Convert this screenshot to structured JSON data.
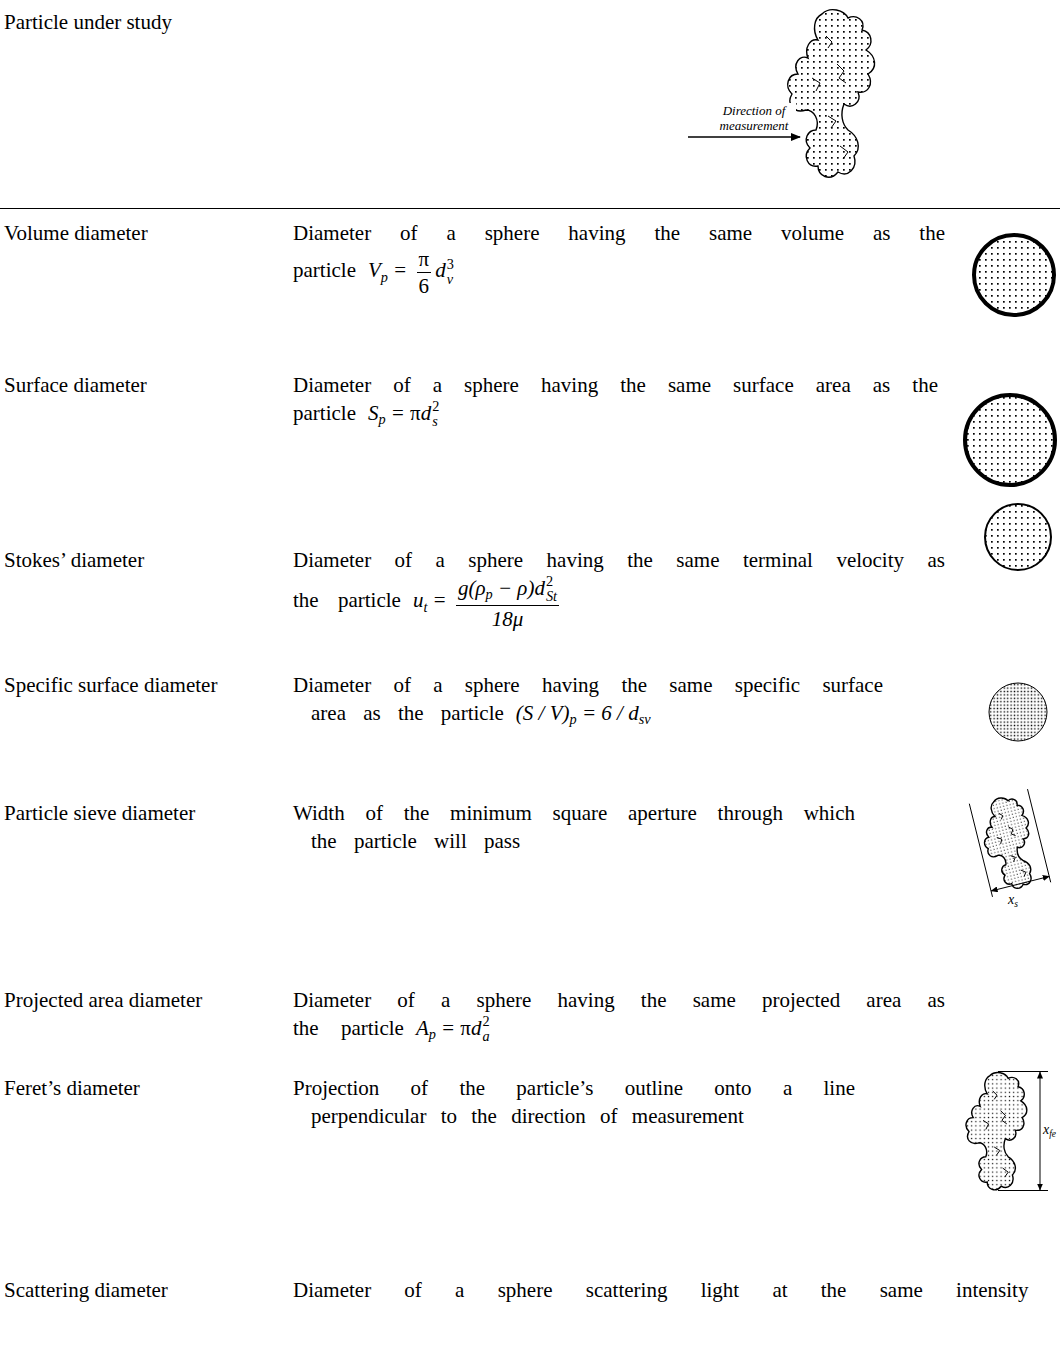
{
  "diagram": {
    "labels": [
      "Particle under study",
      "Direction of measurement",
      "Volume diameter",
      "Diameter of a sphere having the same volume as the particle",
      "V",
      "p",
      "=",
      "π",
      "6",
      "d",
      "v",
      "3",
      "Surface diameter",
      "Diameter of a sphere having the same surface area as the particle",
      "S",
      "p",
      "=",
      "π",
      "d",
      "s",
      "2",
      "Stokes’ diameter",
      "Diameter of a sphere having the same terminal velocity as the particle",
      "u",
      "t",
      "=",
      "g(ρ",
      "p",
      "− ρ)d",
      "St",
      "2",
      "18μ",
      "Specific surface diameter",
      "Diameter of a sphere having the same specific surface area as the particle",
      "(S / V)",
      "p",
      "= 6 / d",
      "sv",
      "Particle sieve diameter",
      "Width of the minimum square aperture through which the particle will pass",
      "x",
      "s",
      "Projected area diameter",
      "Diameter of a sphere having the same projected area as the particle",
      "A",
      "p",
      "=",
      "π",
      "d",
      "a",
      "2",
      "Feret’s diameter",
      "Projection of the particle’s outline onto a line perpendicular to the direction of measurement",
      "x",
      "fe",
      "Scattering diameter",
      "Diameter of a sphere scattering light at the same intensity"
    ]
  }
}
